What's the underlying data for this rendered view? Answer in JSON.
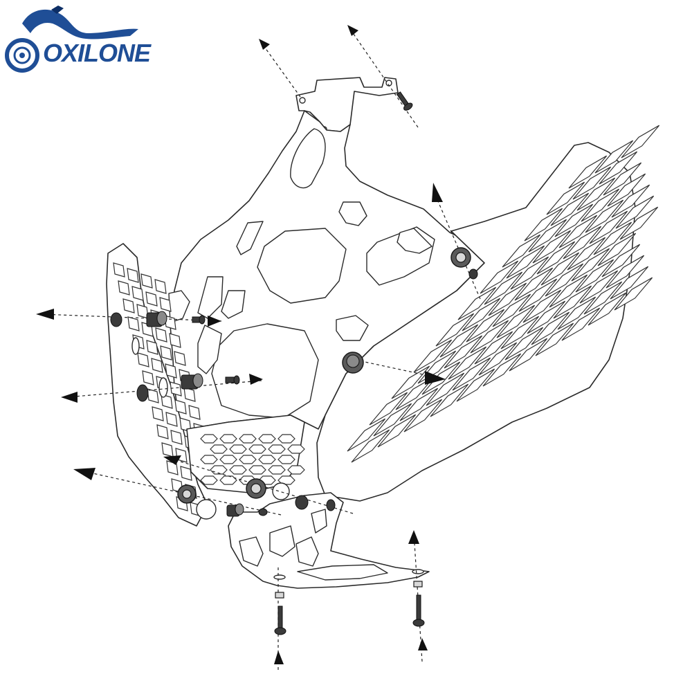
{
  "brand": {
    "name": "OXILONE",
    "colors": {
      "primary": "#1f4e96",
      "accent": "#0d2f66"
    },
    "logo_icon": "motorcycle-wheel-logo"
  },
  "diagram": {
    "subject": "headlight-guard-exploded-view",
    "line_color": "#2a2a2a",
    "hardware_color": "#3b3b3b"
  }
}
